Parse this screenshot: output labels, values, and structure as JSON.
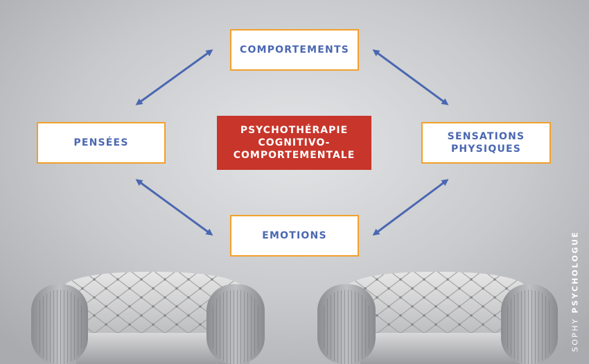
{
  "diagram": {
    "center": {
      "label": "PSYCHOTHÉRAPIE\nCOGNITIVO-\nCOMPORTEMENTALE"
    },
    "nodes": {
      "top": "COMPORTEMENTS",
      "left": "PENSÉES",
      "right": "SENSATIONS\nPHYSIQUES",
      "bottom": "EMOTIONS"
    }
  },
  "colors": {
    "box_border": "#f2a02b",
    "box_text": "#4a67b1",
    "arrow": "#4a67b1",
    "center_fill": "#c8352a"
  },
  "watermark": {
    "part1": "SOPHY ",
    "part2": "PSYCHOLOGUE"
  },
  "background": {
    "illustration": "two-white-chesterfield-armchairs"
  }
}
